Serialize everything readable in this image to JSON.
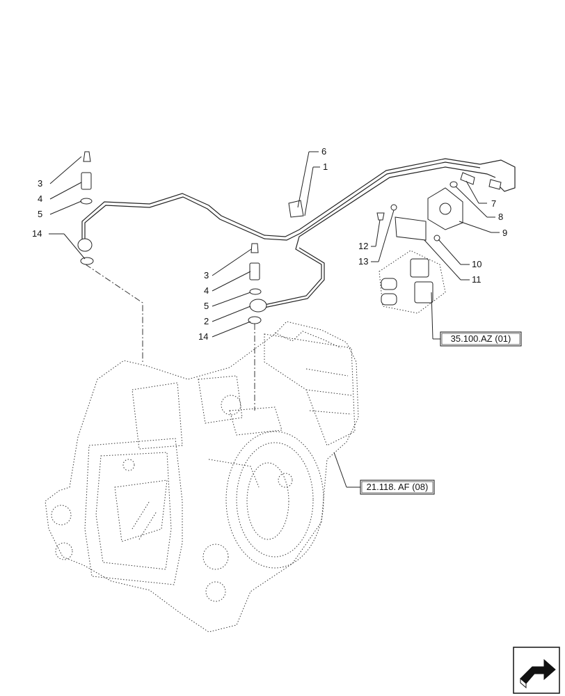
{
  "callouts": [
    {
      "id": "c3a",
      "text": "3"
    },
    {
      "id": "c4a",
      "text": "4"
    },
    {
      "id": "c5a",
      "text": "5"
    },
    {
      "id": "c14a",
      "text": "14"
    },
    {
      "id": "c6",
      "text": "6"
    },
    {
      "id": "c1",
      "text": "1"
    },
    {
      "id": "c7",
      "text": "7"
    },
    {
      "id": "c8",
      "text": "8"
    },
    {
      "id": "c9",
      "text": "9"
    },
    {
      "id": "c12",
      "text": "12"
    },
    {
      "id": "c13",
      "text": "13"
    },
    {
      "id": "c10",
      "text": "10"
    },
    {
      "id": "c11",
      "text": "11"
    },
    {
      "id": "c3b",
      "text": "3"
    },
    {
      "id": "c4b",
      "text": "4"
    },
    {
      "id": "c5b",
      "text": "5"
    },
    {
      "id": "c2",
      "text": "2"
    },
    {
      "id": "c14b",
      "text": "14"
    }
  ],
  "references": {
    "valve_ref": "35.100.AZ (01)",
    "housing_ref": "21.118. AF (08)"
  },
  "nav": {
    "icon": "next-page-arrow-icon"
  }
}
